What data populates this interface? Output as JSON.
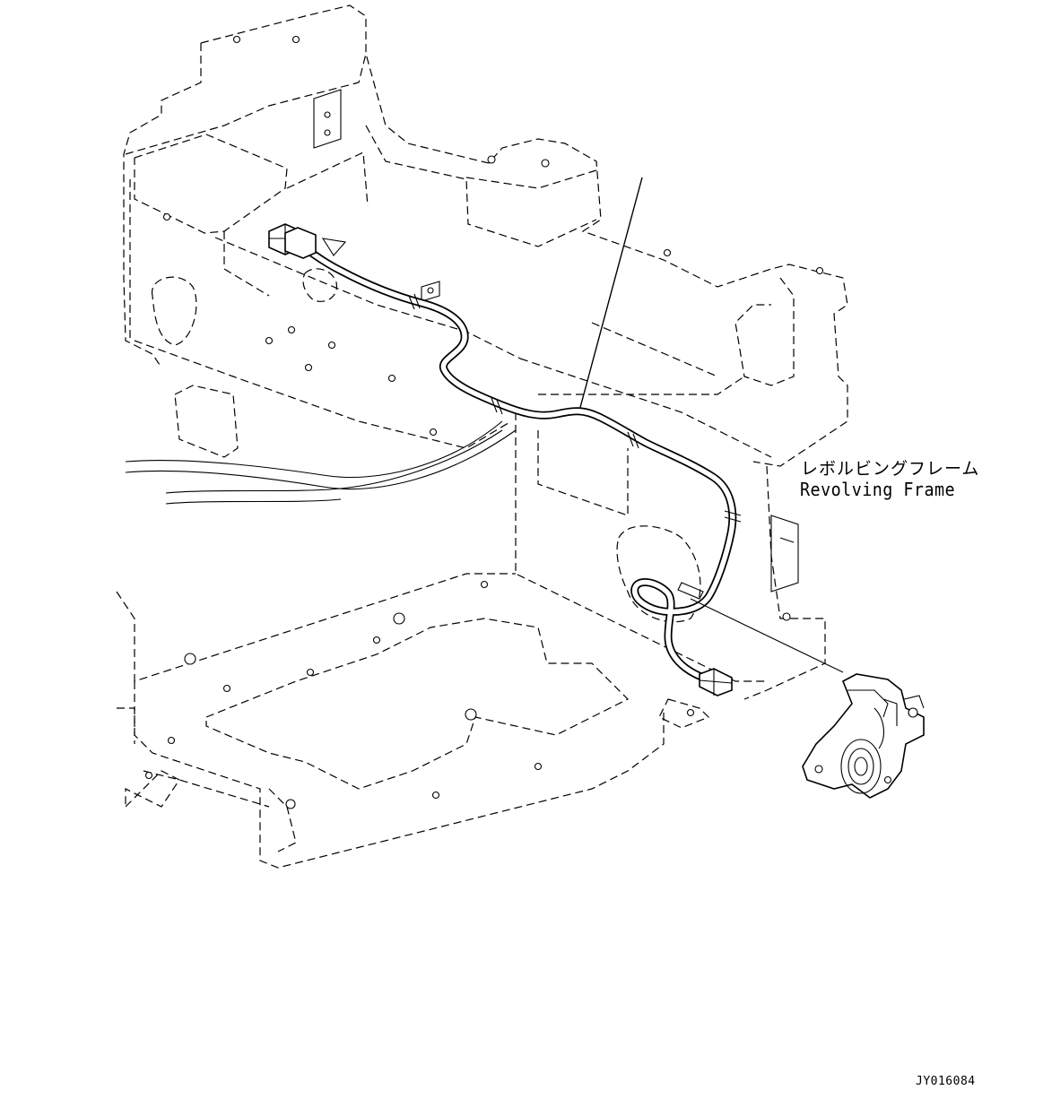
{
  "callout": {
    "label_jp": "レボルビングフレーム",
    "label_en": "Revolving Frame"
  },
  "drawing_number": "JY016084",
  "icons": {
    "frame": "revolving-frame-outline",
    "harness": "wire-harness",
    "connector": "electrical-connector",
    "horn": "horn-assembly"
  }
}
